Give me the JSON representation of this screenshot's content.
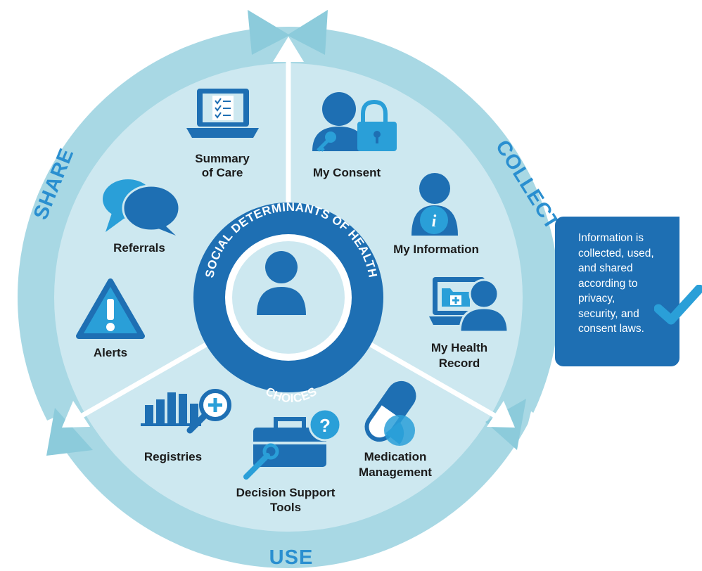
{
  "diagram": {
    "arc_labels": {
      "share": "SHARE",
      "collect": "COLLECT",
      "use": "USE"
    },
    "center": {
      "top_text": "SOCIAL DETERMINANTS OF HEALTH",
      "bottom_text": "CHOICES"
    },
    "share_items": [
      {
        "label_line1": "Summary",
        "label_line2": "of Care",
        "icon": "laptop-checklist-icon"
      },
      {
        "label_line1": "Referrals",
        "icon": "speech-bubbles-icon"
      },
      {
        "label_line1": "Alerts",
        "icon": "warning-triangle-icon"
      }
    ],
    "collect_items": [
      {
        "label_line1": "My Consent",
        "icon": "person-key-lock-icon"
      },
      {
        "label_line1": "My Information",
        "icon": "person-info-icon"
      },
      {
        "label_line1": "My Health",
        "label_line2": "Record",
        "icon": "laptop-folder-person-icon"
      }
    ],
    "use_items": [
      {
        "label_line1": "Registries",
        "icon": "bar-chart-magnifier-icon"
      },
      {
        "label_line1": "Decision Support",
        "label_line2": "Tools",
        "icon": "toolbox-question-icon"
      },
      {
        "label_line1": "Medication",
        "label_line2": "Management",
        "icon": "pill-capsule-icon"
      }
    ]
  },
  "note": {
    "lines": [
      "Information is",
      "collected, used,",
      "and shared",
      "according to",
      "privacy,",
      "security, and",
      "consent laws."
    ],
    "icon": "checkmark-icon"
  },
  "colors": {
    "outer_ring": "#a8d8e4",
    "inner_disc": "#cde8f0",
    "primary_blue": "#1e6fb3",
    "accent_blue": "#2a9fd8"
  }
}
